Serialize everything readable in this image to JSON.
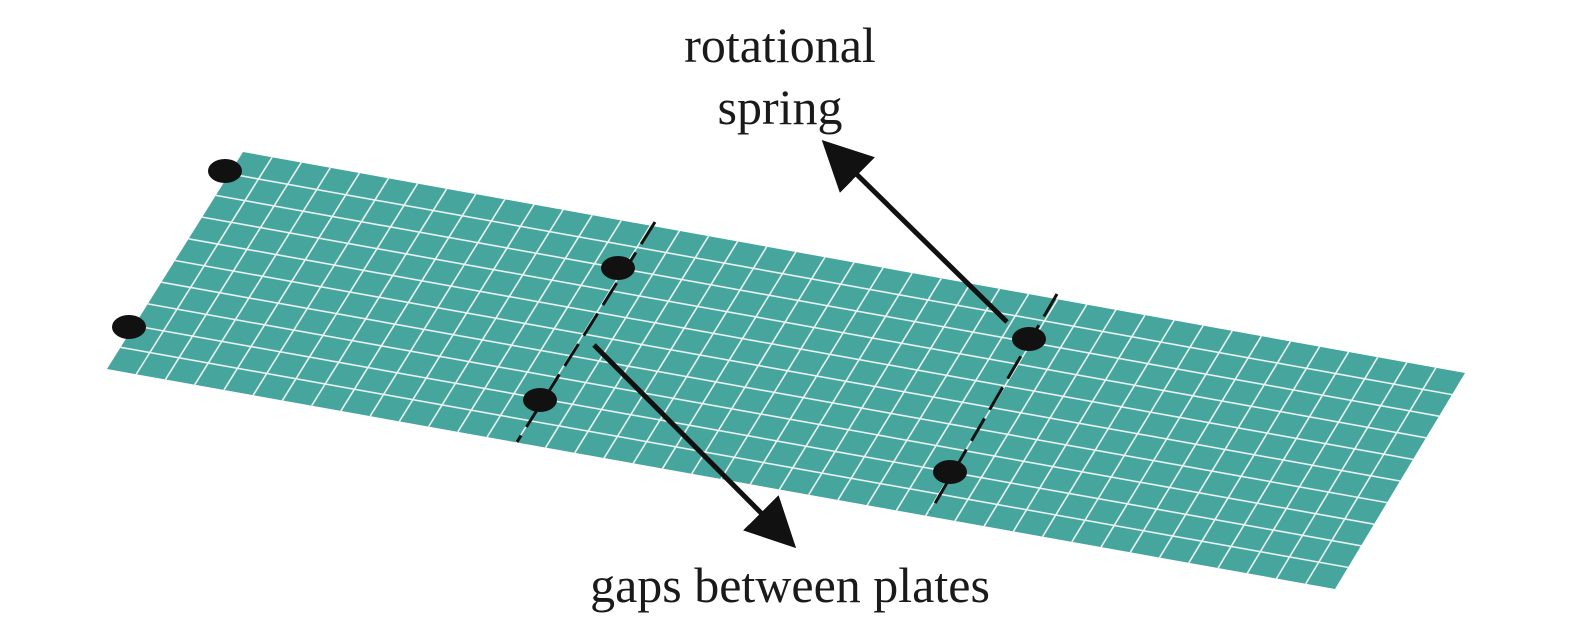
{
  "labels": {
    "spring_line1": "rotational",
    "spring_line2": "spring",
    "gaps": "gaps between plates"
  },
  "colors": {
    "plate": "#46a69e",
    "grid": "#e8f2f0",
    "marker": "#111111",
    "arrow": "#111111"
  },
  "mesh": {
    "columns": 42,
    "rows": 10
  }
}
